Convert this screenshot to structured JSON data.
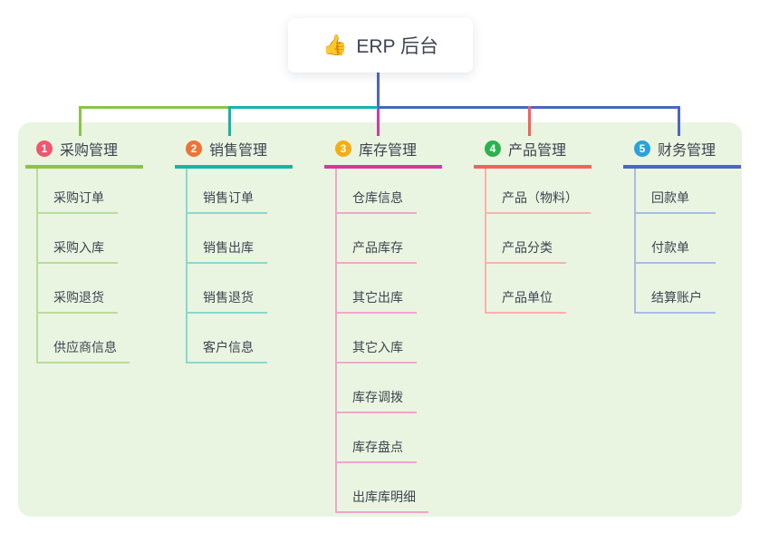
{
  "root": {
    "icon": "👍",
    "title": "ERP 后台"
  },
  "panel_color": "#e9f5e1",
  "connectors": {
    "stem_color": "#4b66c5",
    "bus_colors": [
      "#8bc34a",
      "#16b3aa",
      "#4b66c5"
    ],
    "drop_colors": [
      "#8bc34a",
      "#16b3aa",
      "#d43a9e",
      "#f4605c",
      "#4b66c5"
    ]
  },
  "branches": [
    {
      "badge": "1",
      "title": "采购管理",
      "color": "#8bc34a",
      "light_color": "#b9dc9b",
      "badge_color": "#f1566e",
      "items": [
        "采购订单",
        "采购入库",
        "采购退货",
        "供应商信息"
      ]
    },
    {
      "badge": "2",
      "title": "销售管理",
      "color": "#16b3aa",
      "light_color": "#8ad8cf",
      "badge_color": "#ef7238",
      "items": [
        "销售订单",
        "销售出库",
        "销售退货",
        "客户信息"
      ]
    },
    {
      "badge": "3",
      "title": "库存管理",
      "color": "#d43a9e",
      "light_color": "#efa6cd",
      "badge_color": "#f6ad13",
      "items": [
        "仓库信息",
        "产品库存",
        "其它出库",
        "其它入库",
        "库存调拨",
        "库存盘点",
        "出库库明细"
      ]
    },
    {
      "badge": "4",
      "title": "产品管理",
      "color": "#f4605c",
      "light_color": "#f9b2ae",
      "badge_color": "#2cb14e",
      "items": [
        "产品（物料）",
        "产品分类",
        "产品单位"
      ]
    },
    {
      "badge": "5",
      "title": "财务管理",
      "color": "#4b66c5",
      "light_color": "#a9bce4",
      "badge_color": "#2ba2db",
      "items": [
        "回款单",
        "付款单",
        "结算账户"
      ]
    }
  ]
}
